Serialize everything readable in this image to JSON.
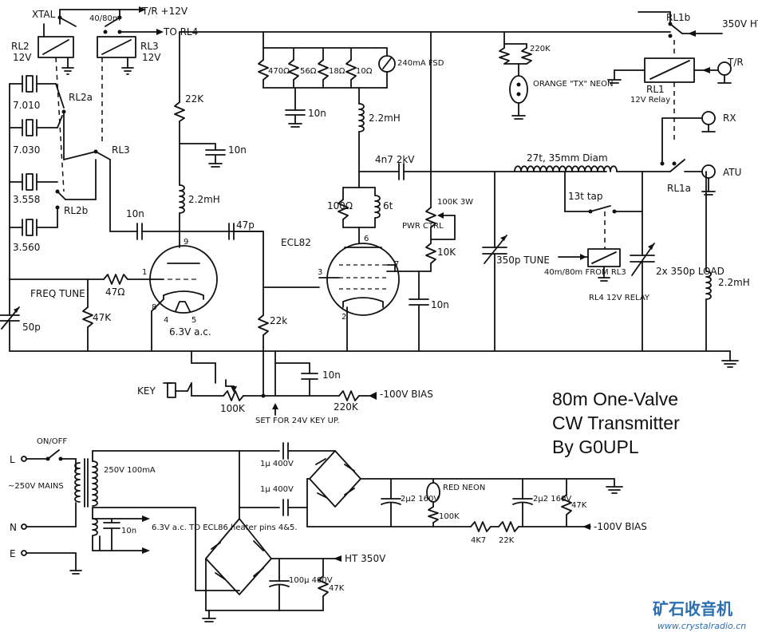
{
  "title": {
    "line1": "80m One-Valve",
    "line2": "CW Transmitter",
    "line3": "By G0UPL"
  },
  "watermark": {
    "brand": "矿石收音机",
    "url": "www.crystalradio.cn"
  },
  "labels": {
    "xtal": "XTAL",
    "rl2": "RL2",
    "rl2_v": "12V",
    "band": "40/80m",
    "rl3": "RL3",
    "rl3_v": "12V",
    "tr12": "T/R +12V",
    "to_rl4": "TO RL4",
    "rl1b": "RL1b",
    "ht350": "350V HT",
    "tr": "T/R",
    "rl1": "RL1",
    "rl1_relay": "12V Relay",
    "rx": "RX",
    "atu": "ATU",
    "rl1a": "RL1a",
    "rl2a": "RL2a",
    "rl3_sw": "RL3",
    "rl2b": "RL2b",
    "x1": "7.010",
    "x2": "7.030",
    "x3": "3.558",
    "x4": "3.560",
    "c10n_in": "10n",
    "r22k": "22K",
    "c10n_a": "10n",
    "l22mh_a": "2.2mH",
    "c47p": "47p",
    "valve": "ECL82",
    "pin9": "9",
    "pin1": "1",
    "pin8": "8",
    "pin4": "4",
    "pin5": "5",
    "heater": "6.3V a.c.",
    "r47": "47Ω",
    "freq": "FREQ TUNE",
    "c50p": "50p",
    "r47k": "47K",
    "r22k_b": "22k",
    "key": "KEY",
    "r100k": "100K",
    "set_for": "SET FOR 24V KEY UP.",
    "c10n_b": "10n",
    "r220k": "220K",
    "bias": "-100V BIAS",
    "r470": "470Ω",
    "r56": "56Ω",
    "r18": "18Ω",
    "r10": "10Ω",
    "meter": "240mA FSD",
    "c10n_c": "10n",
    "l22mh_b": "2.2mH",
    "c4n7": "4n7 2kV",
    "r100": "100Ω",
    "l6t": "6t",
    "pin6": "6",
    "pin3": "3",
    "pin7": "7",
    "pin2": "2",
    "pwr": "100K 3W",
    "pwr_ctrl": "PWR CTRL",
    "r10k": "10K",
    "c10n_d": "10n",
    "r220k_top": "220K",
    "neon": "ORANGE \"TX\" NEON",
    "coil": "27t, 35mm Diam",
    "tap": "13t tap",
    "c350_tune": "350p TUNE",
    "band_from": "40m/80m FROM RL3",
    "rl4": "RL4 12V RELAY",
    "c350_load": "2x 350p LOAD",
    "l22mh_c": "2.2mH",
    "onoff": "ON/OFF",
    "mains": "~250V MAINS",
    "l": "L",
    "n": "N",
    "e": "E",
    "tx_250": "250V 100mA",
    "c10n_e": "10n",
    "heater_out": "6.3V a.c. TO ECL86 heater pins 4&5.",
    "c1u_a": "1µ 400V",
    "c1u_b": "1µ 400V",
    "c2u2_a": "2µ2 160V",
    "red_neon": "RED NEON",
    "r100k_b": "100K",
    "r4k7": "4K7",
    "r22k_c": "22K",
    "c2u2_b": "2µ2 160V",
    "r47k_b": "47K",
    "bias_out": "-100V BIAS",
    "c100u": "100µ 400V",
    "r47k_c": "47K",
    "ht_out": "HT 350V"
  }
}
